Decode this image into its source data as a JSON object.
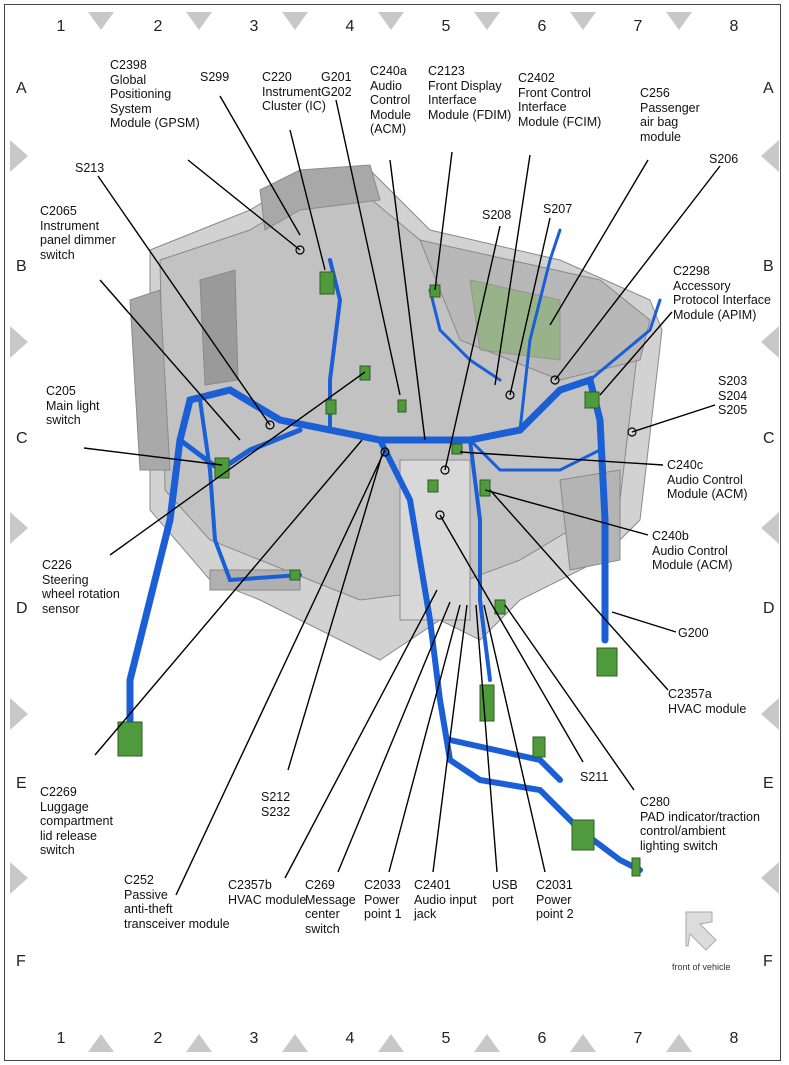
{
  "grid": {
    "columns": [
      "1",
      "2",
      "3",
      "4",
      "5",
      "6",
      "7",
      "8"
    ],
    "rows": [
      "A",
      "B",
      "C",
      "D",
      "E",
      "F"
    ]
  },
  "colors": {
    "harness": "#1a5fd6",
    "connector": "#4f9a3c",
    "panel": "#c9c9c9",
    "frame": "#444444"
  },
  "labels": {
    "c2398": "C2398\nGlobal\nPositioning\nSystem\nModule (GPSM)",
    "s299": "S299",
    "c220": "C220\nInstrument\nCluster (IC)",
    "g201": "G201\nG202",
    "c240a": "C240a\nAudio\nControl\nModule\n(ACM)",
    "c2123": "C2123\nFront Display\nInterface\nModule (FDIM)",
    "c2402": "C2402\nFront Control\nInterface\nModule (FCIM)",
    "c256": "C256\nPassenger\nair bag\nmodule",
    "s213": "S213",
    "s206": "S206",
    "c2065": "C2065\nInstrument\npanel dimmer\nswitch",
    "s208": "S208",
    "s207": "S207",
    "c2298": "C2298\nAccessory\nProtocol Interface\nModule (APIM)",
    "c205": "C205\nMain light\nswitch",
    "s203": "S203\nS204\nS205",
    "c240c": "C240c\nAudio Control\nModule (ACM)",
    "c240b": "C240b\nAudio Control\nModule (ACM)",
    "c226": "C226\nSteering\nwheel rotation\nsensor",
    "g200": "G200",
    "c2357a": "C2357a\nHVAC module",
    "s211": "S211",
    "c280": "C280\nPAD indicator/traction\ncontrol/ambient\nlighting switch",
    "c2269": "C2269\nLuggage\ncompartment\nlid release\nswitch",
    "s212": "S212\nS232",
    "c252": "C252\nPassive\nanti-theft\ntransceiver module",
    "c2357b": "C2357b\nHVAC module",
    "c269": "C269\nMessage\ncenter\nswitch",
    "c2033": "C2033\nPower\npoint 1",
    "c2401": "C2401\nAudio input\njack",
    "usb": "USB\nport",
    "c2031": "C2031\nPower\npoint 2"
  },
  "front_of_vehicle": "front of vehicle"
}
